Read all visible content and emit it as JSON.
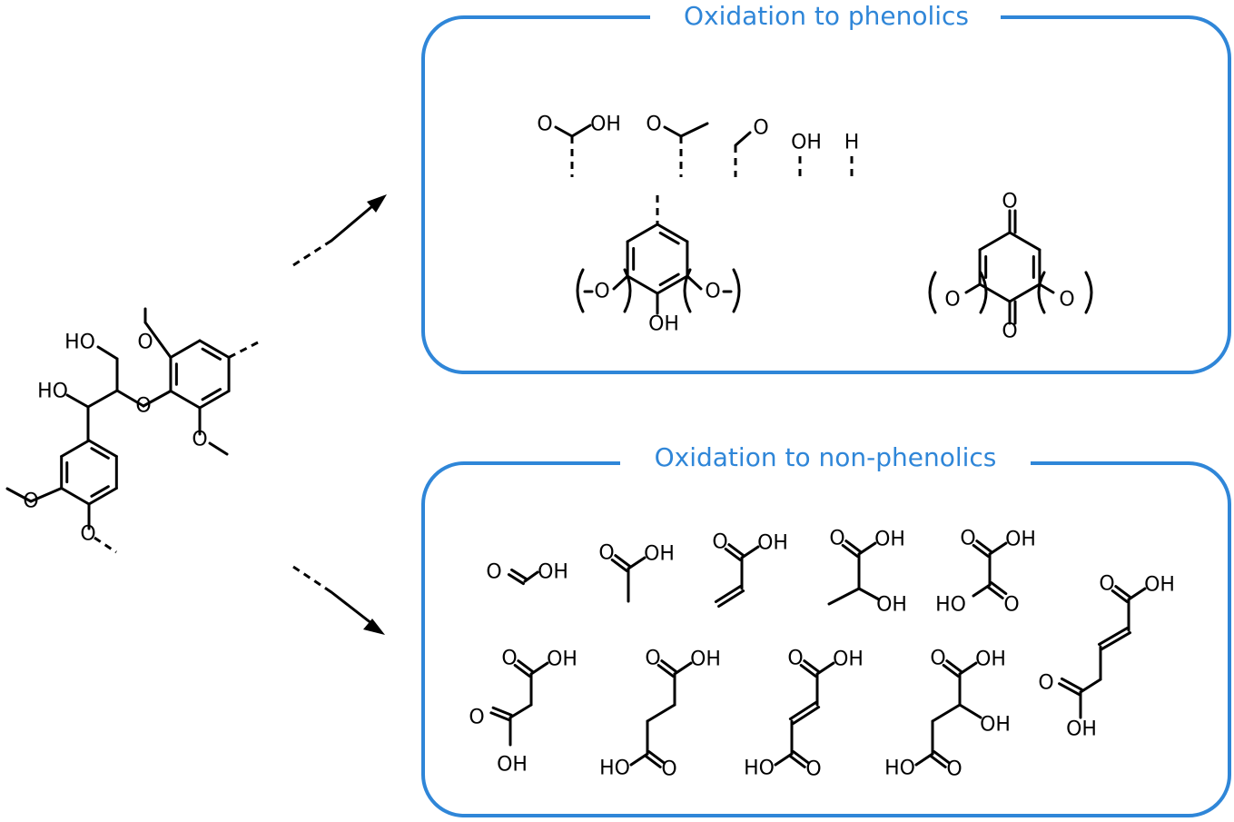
{
  "panels": {
    "phenolics": {
      "title": "Oxidation to phenolics",
      "color": "#2f86d8"
    },
    "non_phenolics": {
      "title": "Oxidation to non-phenolics",
      "color": "#2f86d8"
    }
  },
  "atom_labels": {
    "hydroxyl": "HO",
    "hydroxyl_right": "OH",
    "oxygen": "O",
    "hydrogen": "H"
  },
  "colors": {
    "line": "#000000",
    "accent": "#2f86d8",
    "background": "#ffffff"
  }
}
